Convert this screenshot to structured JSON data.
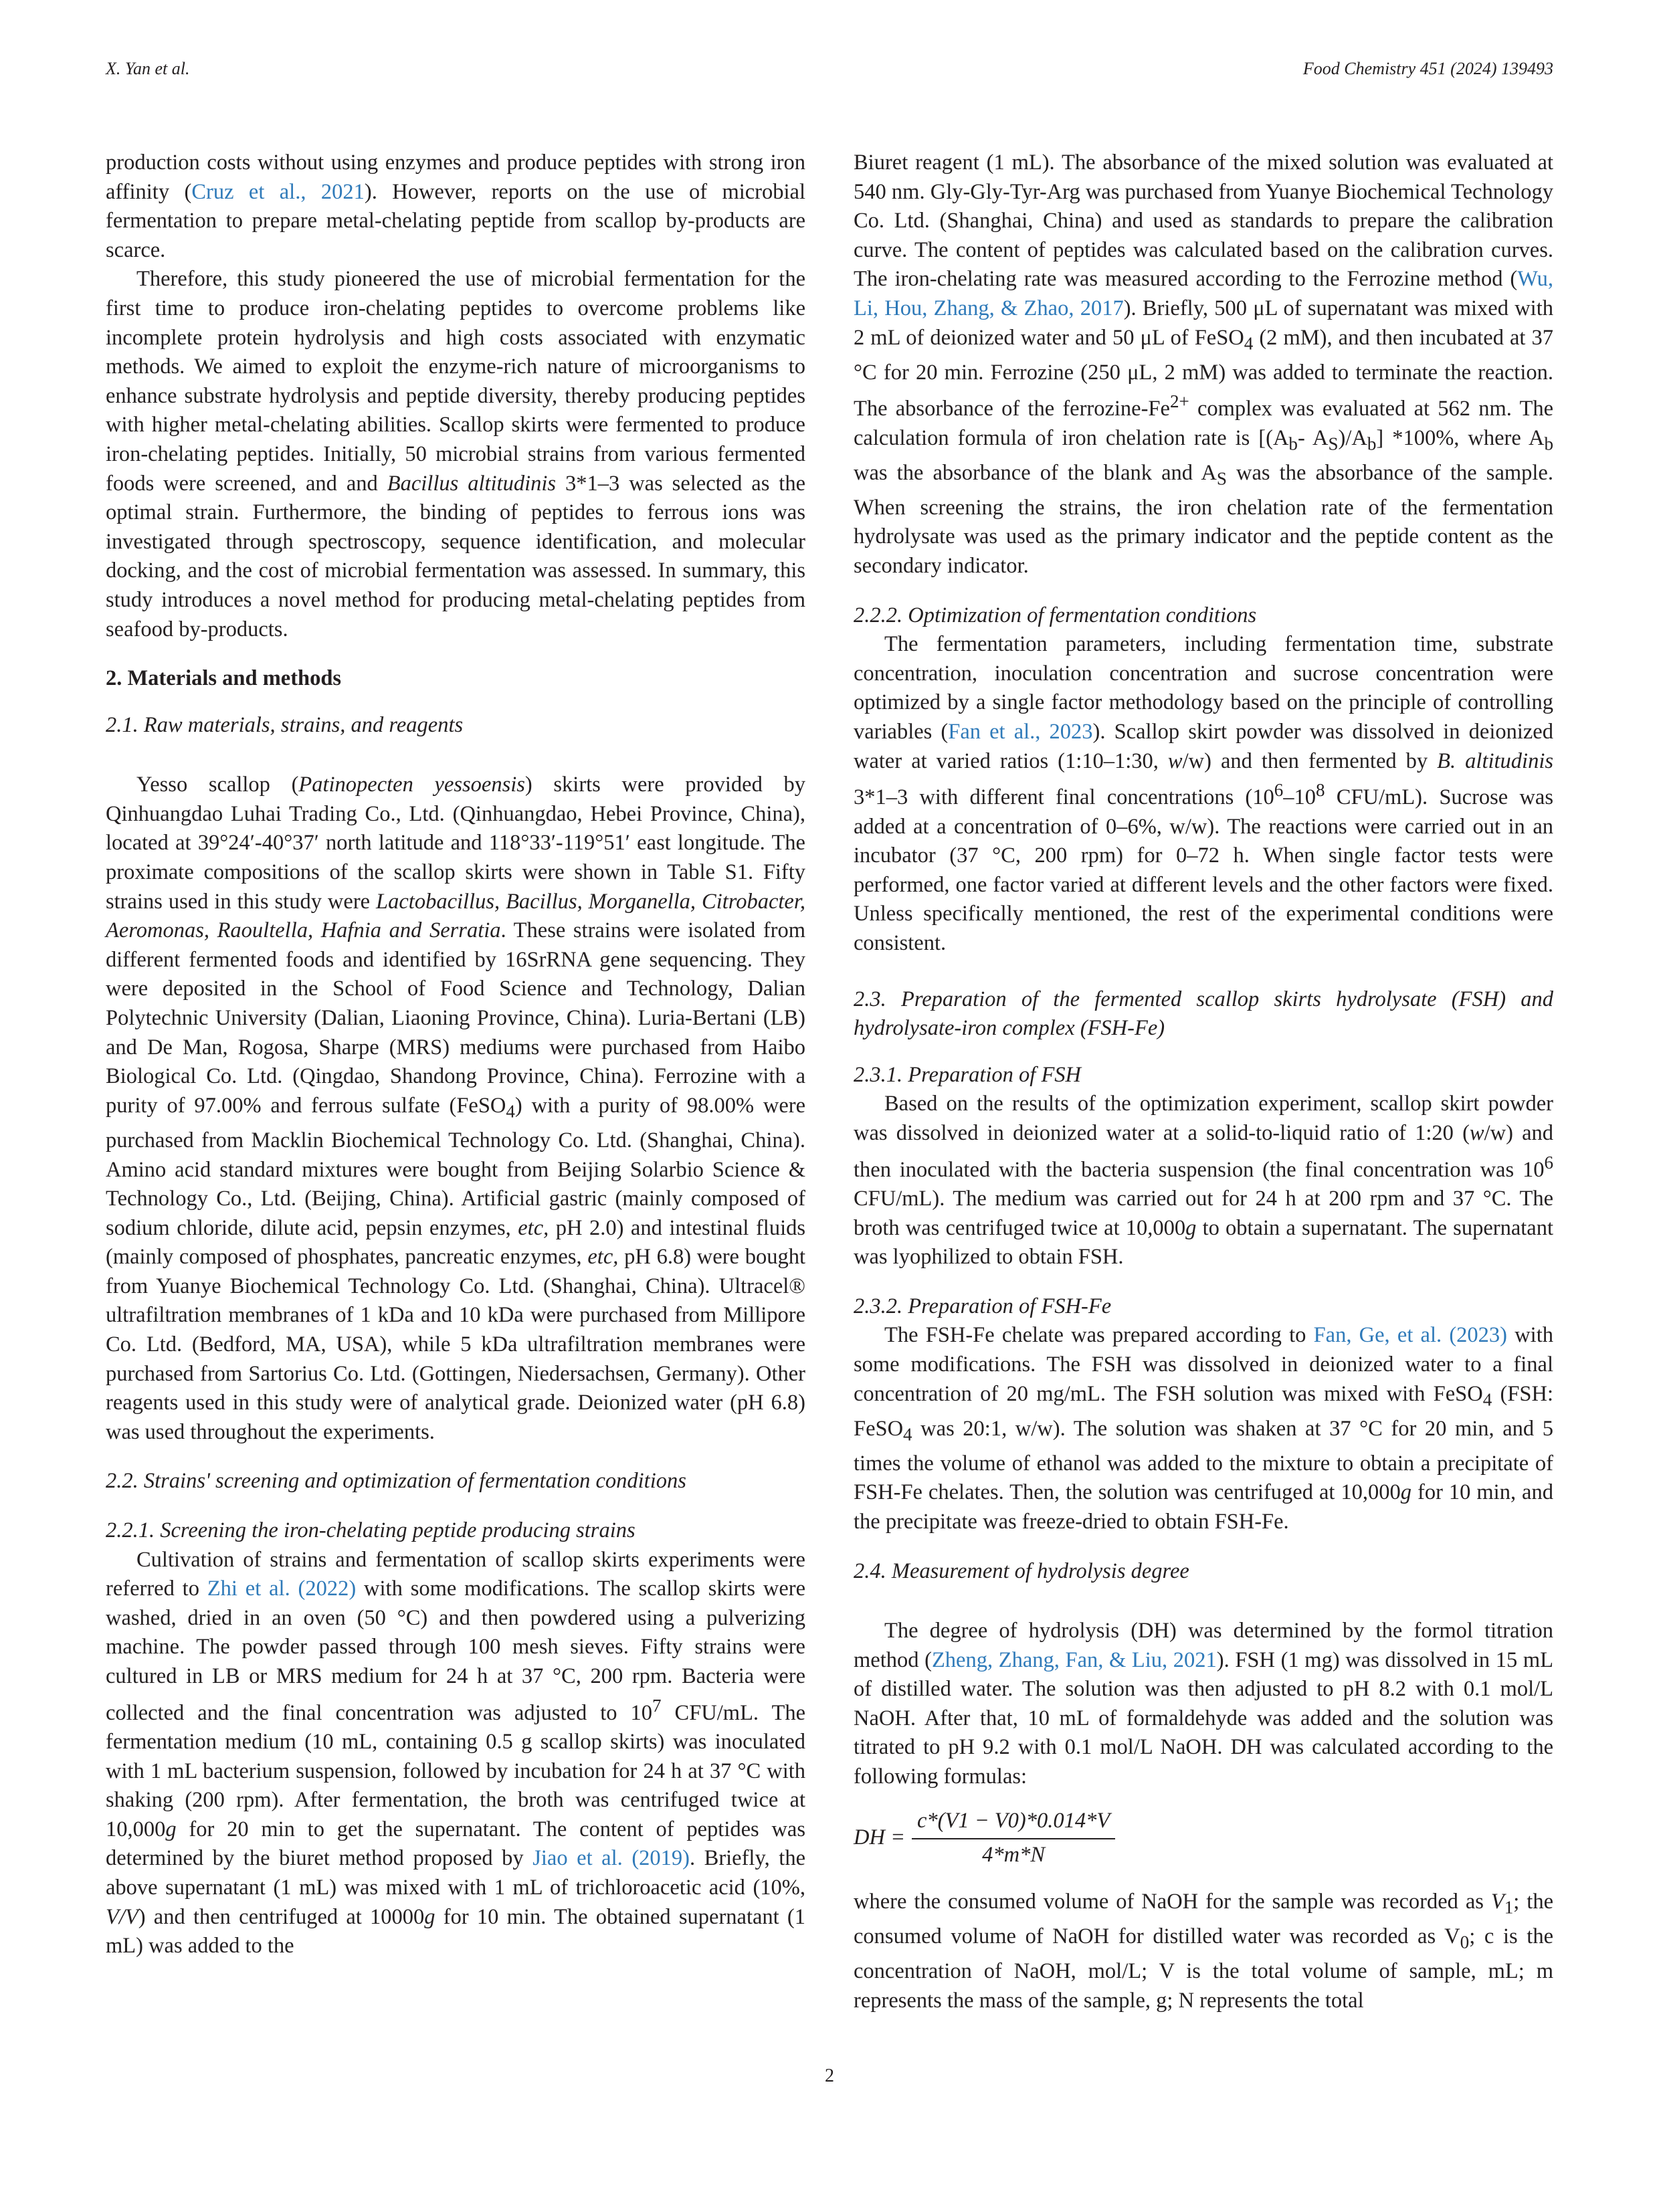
{
  "header": {
    "left": "X. Yan et al.",
    "right": "Food Chemistry 451 (2024) 139493"
  },
  "left": {
    "p1": "production costs without using enzymes and produce peptides with strong iron affinity (",
    "p1_link": "Cruz et al., 2021",
    "p1_end": "). However, reports on the use of microbial fermentation to prepare metal-chelating peptide from scallop by-products are scarce.",
    "p2a": "Therefore, this study pioneered the use of microbial fermentation for the first time to produce iron-chelating peptides to overcome problems like incomplete protein hydrolysis and high costs associated with enzymatic methods. We aimed to exploit the enzyme-rich nature of microorganisms to enhance substrate hydrolysis and peptide diversity, thereby producing peptides with higher metal-chelating abilities. Scallop skirts were fermented to produce iron-chelating peptides. Initially, 50 microbial strains from various fermented foods were screened, and and ",
    "p2_species": "Bacillus altitudinis",
    "p2b": " 3*1–3 was selected as the optimal strain. Furthermore, the binding of peptides to ferrous ions was investigated through spectroscopy, sequence identification, and molecular docking, and the cost of microbial fermentation was assessed. In summary, this study introduces a novel method for producing metal-chelating peptides from seafood by-products.",
    "sec2": "2.  Materials and methods",
    "sec21": "2.1.  Raw materials, strains, and reagents",
    "p3a": "Yesso scallop (",
    "p3_sp": "Patinopecten yessoensis",
    "p3b": ") skirts were provided by Qinhuangdao Luhai Trading Co., Ltd. (Qinhuangdao, Hebei Province, China), located at 39°24′-40°37′ north latitude and 118°33′-119°51′ east longitude. The proximate compositions of the scallop skirts were shown in Table S1. Fifty strains used in this study were ",
    "p3_genera": "Lactobacillus, Bacillus, Morganella, Citrobacter, Aeromonas, Raoultella, Hafnia and Serratia",
    "p3c": ". These strains were isolated from different fermented foods and identified by 16SrRNA gene sequencing. They were deposited in the School of Food Science and Technology, Dalian Polytechnic University (Dalian, Liaoning Province, China). Luria-Bertani (LB) and De Man, Rogosa, Sharpe (MRS) mediums were purchased from Haibo Biological Co. Ltd. (Qingdao, Shandong Province, China). Ferrozine with a purity of 97.00% and ferrous sulfate (FeSO",
    "p3d": ") with a purity of 98.00% were purchased from Macklin Biochemical Technology Co. Ltd. (Shanghai, China). Amino acid standard mixtures were bought from Beijing Solarbio Science & Technology Co., Ltd. (Beijing, China). Artificial gastric (mainly composed of sodium chloride, dilute acid, pepsin enzymes, ",
    "p3_etc": "etc,",
    "p3e": " pH 2.0) and intestinal fluids (mainly composed of phosphates, pancreatic enzymes, ",
    "p3f": " pH 6.8) were bought from Yuanye Biochemical Technology Co. Ltd. (Shanghai, China). Ultracel® ultrafiltration membranes of 1 kDa and 10 kDa were purchased from Millipore Co. Ltd. (Bedford, MA, USA), while 5 kDa ultrafiltration membranes were purchased from Sartorius Co. Ltd. (Gottingen, Niedersachsen, Germany). Other reagents used in this study were of analytical grade. Deionized water (pH 6.8) was used throughout the experiments.",
    "sec22": "2.2.  Strains' screening and optimization of fermentation conditions",
    "sec221": "2.2.1.  Screening the iron-chelating peptide producing strains",
    "p4a": "Cultivation of strains and fermentation of scallop skirts experiments were referred to ",
    "p4_link1": "Zhi et al. (2022)",
    "p4b": " with some modifications. The scallop skirts were washed, dried in an oven (50 °C) and then powdered using a pulverizing machine. The powder passed through 100 mesh sieves. Fifty strains were cultured in LB or MRS medium for 24 h at 37 °C, 200 rpm. Bacteria were collected and the final concentration was adjusted to 10",
    "p4_sup": "7",
    "p4c": " CFU/mL. The fermentation medium (10 mL, containing 0.5 g scallop skirts) was inoculated with 1 mL bacterium suspension, followed by incubation for 24 h at 37 °C with shaking (200 rpm). After fermentation, the broth was centrifuged twice at 10,000",
    "g": "g",
    "p4d": " for 20 min to get the supernatant. The content of peptides was determined by the biuret method proposed by ",
    "p4_link2": "Jiao et al. (2019)",
    "p4e": ". Briefly, the above supernatant (1 mL) was mixed with 1 mL of trichloroacetic acid (10%, ",
    "p4_vv": "V/V",
    "p4f": ") and then centrifuged at 10000",
    "p4g": " for 10 min. The obtained supernatant (1 mL) was added to the"
  },
  "right": {
    "p1a": "Biuret reagent (1 mL). The absorbance of the mixed solution was evaluated at 540 nm. Gly-Gly-Tyr-Arg was purchased from Yuanye Biochemical Technology Co. Ltd. (Shanghai, China) and used as standards to prepare the calibration curve. The content of peptides was calculated based on the calibration curves. The iron-chelating rate was measured according to the Ferrozine method (",
    "p1_link": "Wu, Li, Hou, Zhang, & Zhao, 2017",
    "p1b": "). Briefly, 500 μL of supernatant was mixed with 2 mL of deionized water and 50 μL of FeSO",
    "p1c": " (2 mM), and then incubated at 37 °C for 20 min. Ferrozine (250 μL, 2 mM) was added to terminate the reaction. The absorbance of the ferrozine-Fe",
    "p1_sup": "2+",
    "p1d": " complex was evaluated at 562 nm. The calculation formula of iron chelation rate is [(A",
    "sub_b": "b",
    "p1e": "- A",
    "sub_s": "S",
    "p1f": ")/A",
    "p1g": "] *100%, where A",
    "p1h": " was the absorbance of the blank and A",
    "p1i": " was the absorbance of the sample. When screening the strains, the iron chelation rate of the fermentation hydrolysate was used as the primary indicator and the peptide content as the secondary indicator.",
    "sec222": "2.2.2.  Optimization of fermentation conditions",
    "p2a": "The fermentation parameters, including fermentation time, substrate concentration, inoculation concentration and sucrose concentration were optimized by a single factor methodology based on the principle of controlling variables (",
    "p2_link": "Fan et al., 2023",
    "p2b": "). Scallop skirt powder was dissolved in deionized water at varied ratios (1:10–1:30, ",
    "p2_ww": "w",
    "p2c": "/w) and then fermented by ",
    "p2_sp": "B. altitudinis",
    "p2d": " 3*1–3 with different final concentrations (10",
    "p2_s6": "6",
    "p2e": "–10",
    "p2_s8": "8",
    "p2f": " CFU/mL). Sucrose was added at a concentration of 0–6%, w/w). The reactions were carried out in an incubator (37 °C, 200 rpm) for 0–72 h. When single factor tests were performed, one factor varied at different levels and the other factors were fixed. Unless specifically mentioned, the rest of the experimental conditions were consistent.",
    "sec23": "2.3.  Preparation of the fermented scallop skirts hydrolysate (FSH) and hydrolysate-iron complex (FSH-Fe)",
    "sec231": "2.3.1.  Preparation of FSH",
    "p3a": "Based on the results of the optimization experiment, scallop skirt powder was dissolved in deionized water at a solid-to-liquid ratio of 1:20 (",
    "p3_w": "w",
    "p3b": "/w) and then inoculated with the bacteria suspension (the final concentration was 10",
    "p3_s6": "6",
    "p3c": " CFU/mL). The medium was carried out for 24 h at 200 rpm and 37 °C. The broth was centrifuged twice at 10,000",
    "p3d": " to obtain a supernatant. The supernatant was lyophilized to obtain FSH.",
    "sec232": "2.3.2.  Preparation of FSH-Fe",
    "p4a": "The FSH-Fe chelate was prepared according to ",
    "p4_link": "Fan, Ge, et al. (2023)",
    "p4b": " with some modifications. The FSH was dissolved in deionized water to a final concentration of 20 mg/mL. The FSH solution was mixed with FeSO",
    "p4c": " (FSH: FeSO",
    "p4d": " was 20:1, w/w). The solution was shaken at 37 °C for 20 min, and 5 times the volume of ethanol was added to the mixture to obtain a precipitate of FSH-Fe chelates. Then, the solution was centrifuged at 10,000",
    "p4e": " for 10 min, and the precipitate was freeze-dried to obtain FSH-Fe.",
    "sec24": "2.4.  Measurement of hydrolysis degree",
    "p5a": "The degree of hydrolysis (DH) was determined by the formol titration method (",
    "p5_link": "Zheng, Zhang, Fan, & Liu, 2021",
    "p5b": "). FSH (1 mg) was dissolved in 15 mL of distilled water. The solution was then adjusted to pH 8.2 with 0.1 mol/L NaOH. After that, 10 mL of formaldehyde was added and the solution was titrated to pH 9.2 with 0.1 mol/L NaOH. DH was calculated according to the following formulas:",
    "eq_lhs": "DH =",
    "eq_num": "c*(V1 − V0)*0.014*V",
    "eq_den": "4*m*N",
    "p6a": "where the consumed volume of NaOH for the sample was recorded as ",
    "p6_v1": "V",
    "p6_1": "1",
    "p6b": "; the consumed volume of NaOH for distilled water was recorded as V",
    "p6_0": "0",
    "p6c": "; c is the concentration of NaOH, mol/L; V is the total volume of sample, mL; m represents the mass of the sample, g; N represents the total"
  },
  "sub4": "4",
  "page_number": "2"
}
